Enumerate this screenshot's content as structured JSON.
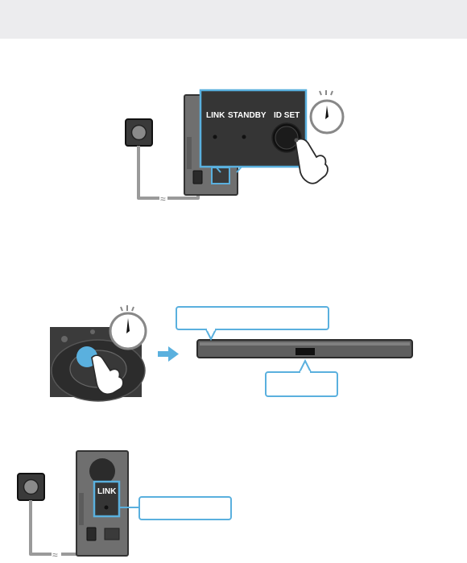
{
  "step1": {
    "panel_labels": {
      "link": "LINK",
      "standby": "STANDBY",
      "id_set": "ID SET"
    }
  },
  "step3": {
    "panel_label": "LINK"
  },
  "colors": {
    "accent_blue": "#5ab0de",
    "panel_dark": "#3a3a3a",
    "outlet_dark": "#2e2e2e",
    "subwoofer_body": "#6f6f6f"
  },
  "icons": [
    "power-outlet-icon",
    "stopwatch-icon",
    "finger-press-icon",
    "arrow-right-icon"
  ]
}
